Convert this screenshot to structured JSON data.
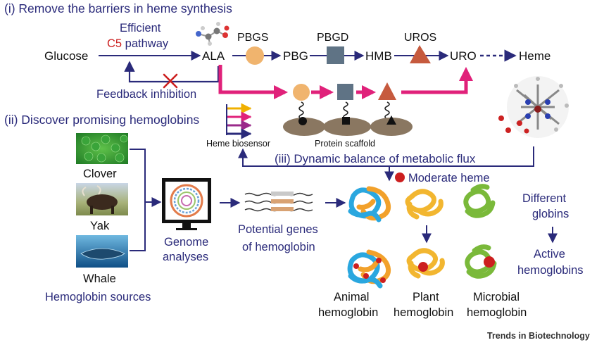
{
  "section1": {
    "title": "(i) Remove the barriers in heme synthesis",
    "c5_efficient": "Efficient",
    "c5_prefix": "C5",
    "c5_suffix": " pathway",
    "feedback": "Feedback inhibition",
    "biosensor": "Heme biosensor",
    "scaffold": "Protein scaffold"
  },
  "pathway": {
    "glucose": "Glucose",
    "ala": "ALA",
    "pbg": "PBG",
    "hmb": "HMB",
    "uro": "URO",
    "heme": "Heme",
    "enzymes": [
      "PBGS",
      "PBGD",
      "UROS"
    ]
  },
  "section2": {
    "title": "(ii) Discover promising hemoglobins",
    "sources": [
      "Clover",
      "Yak",
      "Whale"
    ],
    "sources_label": "Hemoglobin sources",
    "genome_line1": "Genome",
    "genome_line2": "analyses",
    "genes_line1": "Potential genes",
    "genes_line2": "of hemoglobin"
  },
  "section3": {
    "title": "(iii) Dynamic balance of metabolic flux",
    "moderate": "Moderate heme"
  },
  "globins": {
    "different_line1": "Different",
    "different_line2": "globins",
    "active_line1": "Active",
    "active_line2": "hemoglobins",
    "animal_line1": "Animal",
    "animal_line2": "hemoglobin",
    "plant_line1": "Plant",
    "plant_line2": "hemoglobin",
    "microbial_line1": "Microbial",
    "microbial_line2": "hemoglobin"
  },
  "footer": {
    "journal": "Trends in Biotechnology"
  },
  "colors": {
    "navy": "#2a2a7a",
    "magenta": "#e0217a",
    "pbgs": "#f0b46e",
    "pbgd": "#5f7385",
    "uros": "#c65a3e",
    "heme_red": "#cc1f1f",
    "animal_blue": "#2aa7df",
    "animal_orange": "#f2a12b",
    "plant_yellow": "#f2b630",
    "microbial_green": "#7ab93a"
  }
}
